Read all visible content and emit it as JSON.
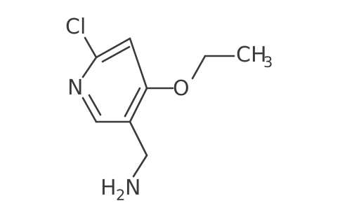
{
  "molecule": {
    "atoms": {
      "chlorine": "Cl",
      "nitrogen": "N",
      "oxygen": "O",
      "methyl_prefix": "CH",
      "methyl_subscript": "3",
      "amine_prefix": "H",
      "amine_subscript": "2",
      "amine_suffix": "N"
    }
  },
  "colors": {
    "ink": "#3a3a3a",
    "background": "#ffffff"
  }
}
